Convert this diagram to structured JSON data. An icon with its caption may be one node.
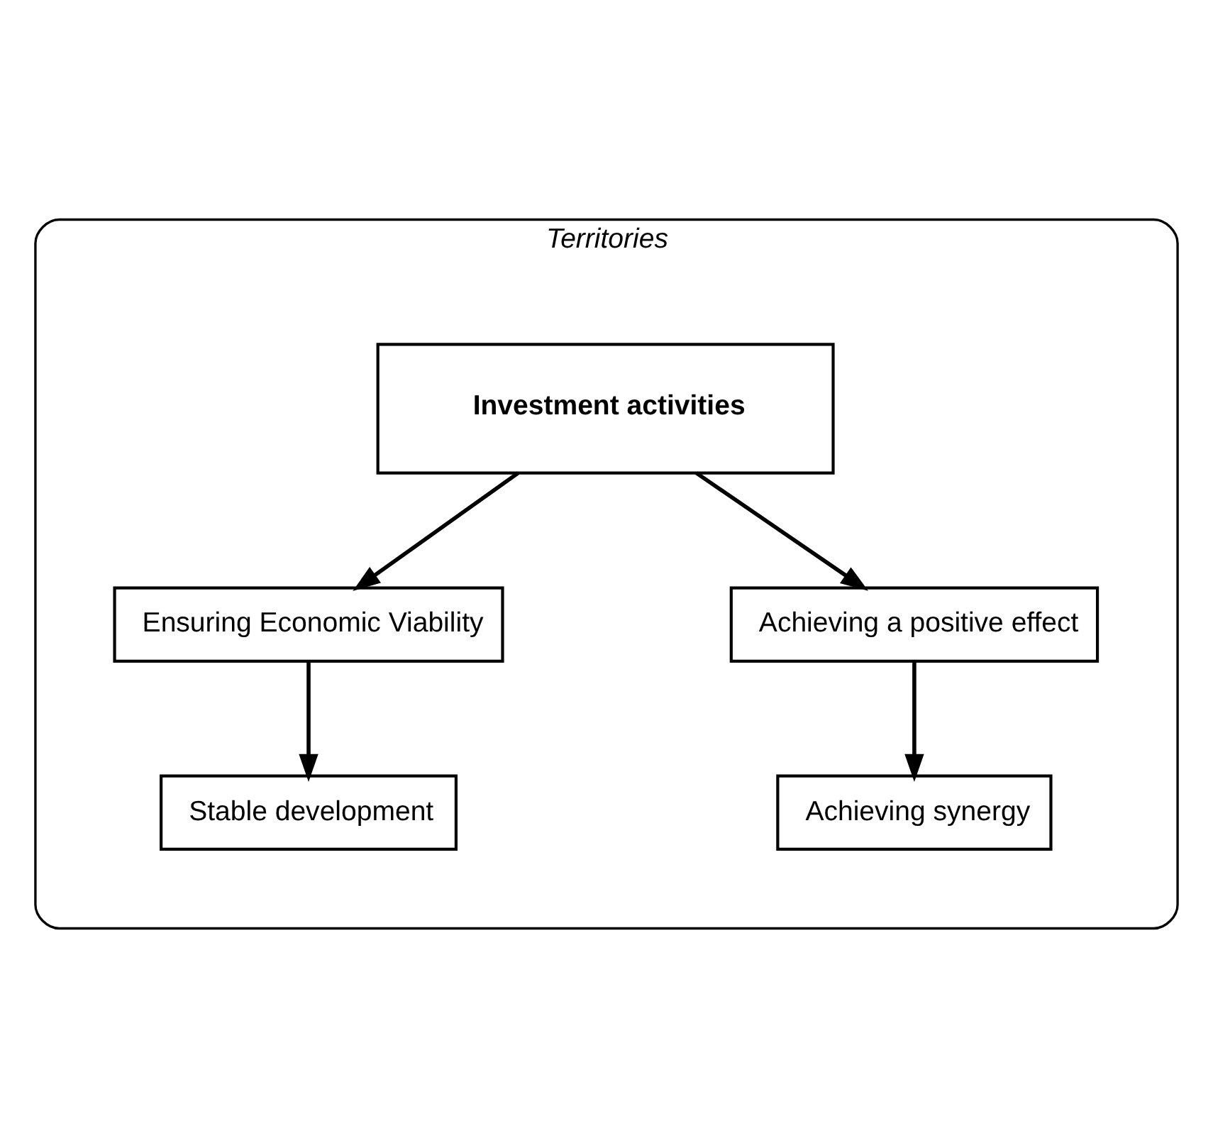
{
  "diagram": {
    "nodes": [
      {
        "text": [
          "Territories"
        ]
      },
      {
        "text": [
          "Investment activities"
        ],
        "in": 0
      },
      {
        "text": [
          "Ensuring Economic Viability"
        ],
        "in": 0
      },
      {
        "text": [
          "Achieving a positive effect"
        ],
        "in": 0
      },
      {
        "text": [
          "Stable development"
        ],
        "in": 0
      },
      {
        "text": [
          "Achieving synergy"
        ],
        "in": 0
      }
    ],
    "edges": [
      {
        "from": 1,
        "to": 2,
        "arrow": "to"
      },
      {
        "from": 1,
        "to": 3,
        "arrow": "to"
      },
      {
        "from": 2,
        "to": 4,
        "arrow": "to"
      },
      {
        "from": 3,
        "to": 5,
        "arrow": "to"
      }
    ]
  }
}
